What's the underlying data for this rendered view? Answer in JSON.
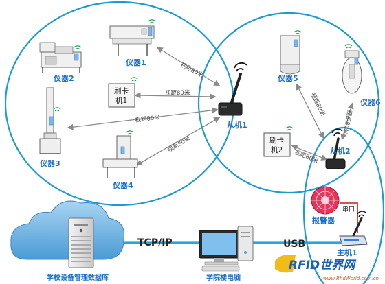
{
  "labels": {
    "instrument1": "仪器1",
    "instrument2": "仪器2",
    "instrument3": "仪器3",
    "instrument4": "仪器4",
    "instrument5": "仪器5",
    "instrument6": "仪器6",
    "card_reader1_line1": "刷卡",
    "card_reader1_line2": "机1",
    "card_reader2_line1": "刷卡",
    "card_reader2_line2": "机2",
    "slave1": "从机1",
    "slave2": "从机2",
    "master1": "主机1",
    "alarm": "报警器",
    "serial_port": "串口",
    "tcpip": "TCP/IP",
    "usb": "USB",
    "database": "学校设备管理数据库",
    "building_pc": "学院楼电脑"
  },
  "distance_label": "视距80米",
  "watermark": {
    "brand": "RFID世界网",
    "url": "www.RfidWorld.com.cn"
  },
  "colors": {
    "ring": "#1b9ad6",
    "arrow": "#8a8a8a",
    "label_blue": "#1a6fc9",
    "network_line": "#22a8e0"
  }
}
